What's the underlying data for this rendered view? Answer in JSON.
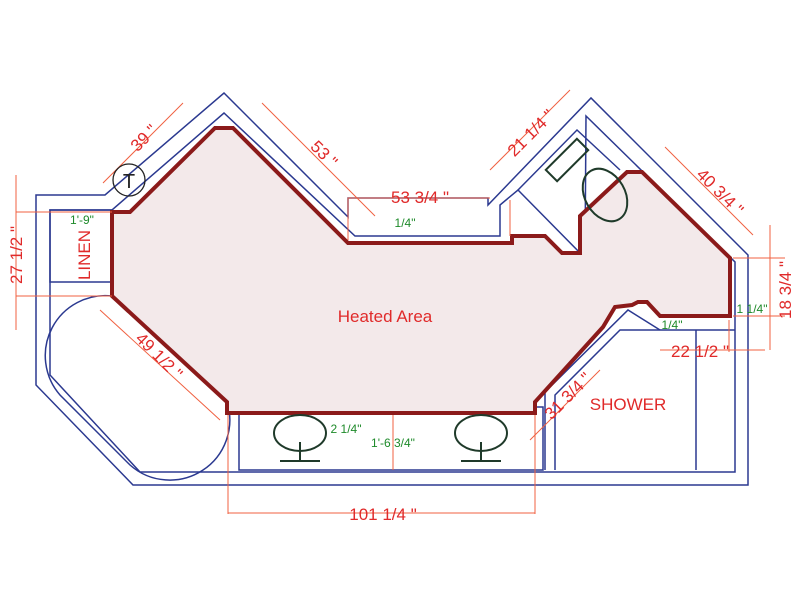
{
  "plan": {
    "heated_area_label": "Heated Area",
    "rooms": {
      "linen": "LINEN",
      "shower": "SHOWER"
    },
    "thermostat_symbol": "T",
    "dimensions_red": {
      "d39": "39 \"",
      "d53": "53 \"",
      "d53_3_4": "53 3/4 \"",
      "d21_1_4": "21 1/4 \"",
      "d40_3_4": "40 3/4 \"",
      "d18_3_4": "18 3/4 \"",
      "d22_1_2": "22 1/2 \"",
      "d31_3_4": "31 3/4 \"",
      "d101_1_4": "101 1/4 \"",
      "d49_1_2": "49 1/2 \"",
      "d27_1_2": "27 1/2 \""
    },
    "dimensions_green": {
      "g1_9": "1'-9\"",
      "g1_4_top": "1/4\"",
      "g1_1_4": "1 1/4\"",
      "g1_4_right": "1/4\"",
      "g2_1_4": "2 1/4\"",
      "g1_6_3_4": "1'-6 3/4\""
    },
    "colors": {
      "wall": "#2b3990",
      "heated_outline": "#8b1a1a",
      "heated_fill": "#f3e9ea",
      "dimension": "#e02a2a",
      "offset_dimension": "#1e8a2a"
    }
  }
}
